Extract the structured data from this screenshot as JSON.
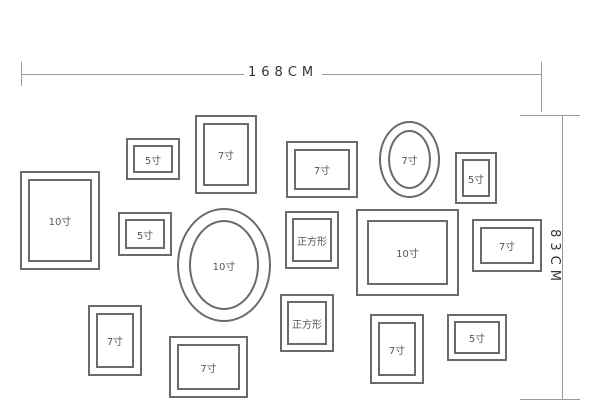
{
  "dimensions": {
    "width_label": "168CM",
    "height_label": "83CM"
  },
  "frames": [
    {
      "label": "10寸"
    },
    {
      "label": "5寸"
    },
    {
      "label": "7寸"
    },
    {
      "label": "5寸"
    },
    {
      "label": "10寸"
    },
    {
      "label": "7寸"
    },
    {
      "label": "正方形"
    },
    {
      "label": "7寸"
    },
    {
      "label": "10寸"
    },
    {
      "label": "5寸"
    },
    {
      "label": "7寸"
    },
    {
      "label": "7寸"
    },
    {
      "label": "7寸"
    },
    {
      "label": "正方形"
    },
    {
      "label": "7寸"
    },
    {
      "label": "5寸"
    }
  ]
}
